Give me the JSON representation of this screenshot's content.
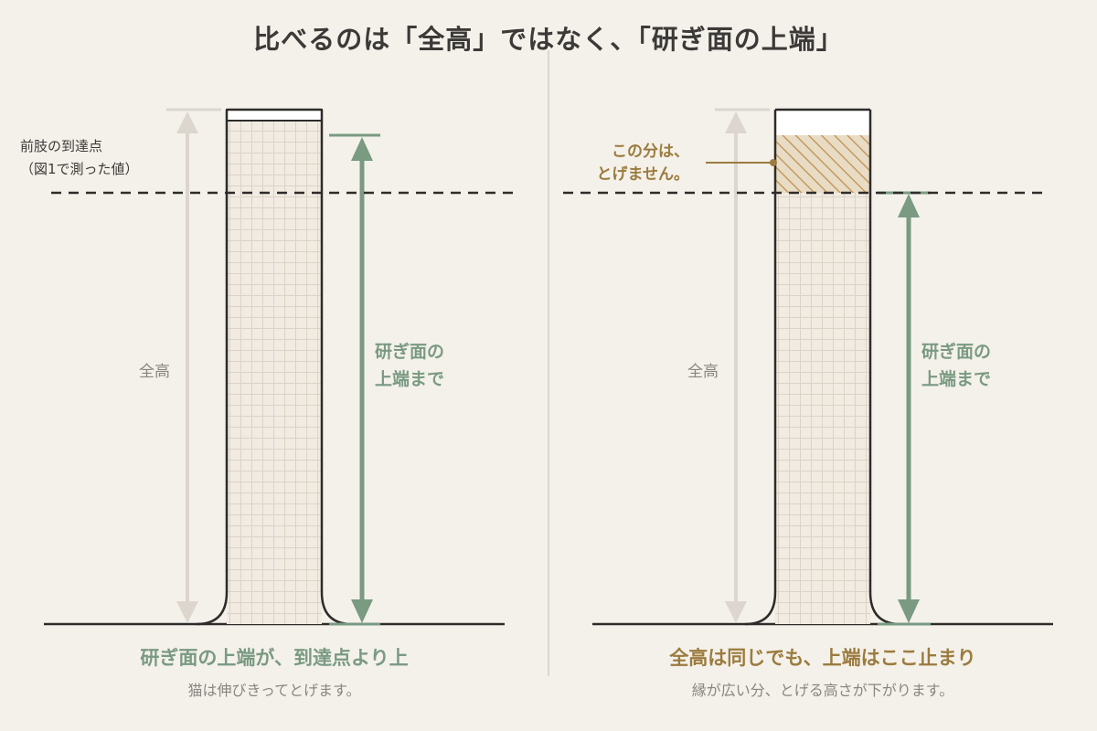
{
  "title": "比べるのは「全高」ではなく、「研ぎ面の上端」",
  "left": {
    "reach_line1": "前肢の到達点",
    "reach_line2": "（図1で測った値）",
    "full_height": "全高",
    "sharpen_line1": "研ぎ面の",
    "sharpen_line2": "上端まで",
    "caption_main": "研ぎ面の上端が、到達点より上",
    "caption_sub": "猫は伸びきってとげます。"
  },
  "right": {
    "full_height": "全高",
    "sharpen_line1": "研ぎ面の",
    "sharpen_line2": "上端まで",
    "cannot_line1": "この分は、",
    "cannot_line2": "とげません。",
    "caption_main": "全高は同じでも、上端はここ止まり",
    "caption_sub": "縁が広い分、とげる高さが下がります。"
  },
  "colors": {
    "background": "#f4f1ea",
    "ink": "#2e2c2a",
    "green": "#7a9a82",
    "gold": "#9b7b3e",
    "arrow_gray": "#dcd6cf",
    "grid": "#dcd3c6"
  }
}
